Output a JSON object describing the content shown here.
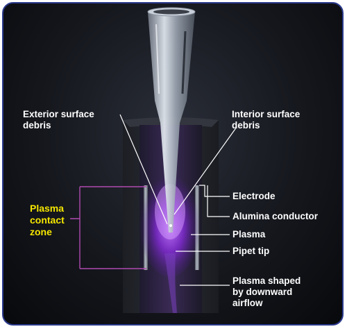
{
  "labels": {
    "exterior_debris": "Exterior surface\ndebris",
    "interior_debris": "Interior surface\ndebris",
    "plasma_zone": "Plasma\ncontact\nzone",
    "electrode": "Electrode",
    "alumina": "Alumina conductor",
    "plasma": "Plasma",
    "pipet_tip": "Pipet tip",
    "plasma_shaped": "Plasma shaped\nby downward\nairflow"
  },
  "colors": {
    "frame_border": "#2b3a8c",
    "zone_label": "#f5e600",
    "zone_bracket": "#b04ab0",
    "plasma_glow": "#9b3cff",
    "leader_lines": "#ffffff"
  }
}
